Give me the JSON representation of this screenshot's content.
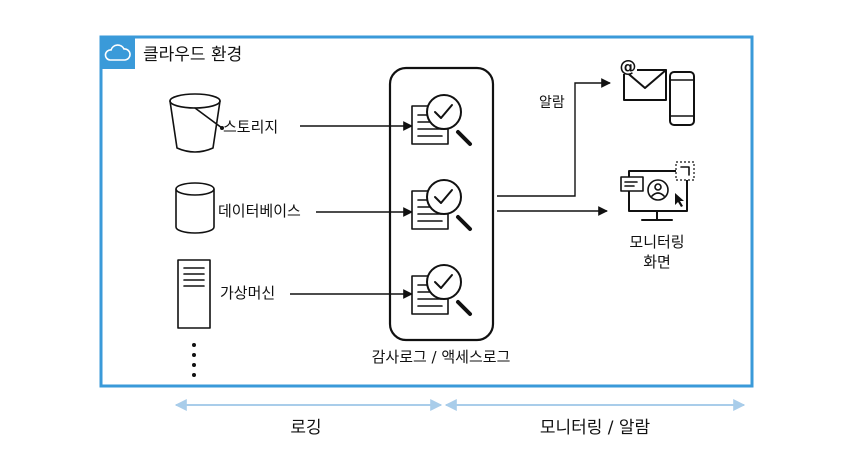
{
  "cloud": {
    "title": "클라우드 환경",
    "icon": "cloud-icon",
    "border_color": "#3a9ad9"
  },
  "sources": [
    {
      "label": "스토리지",
      "icon": "bucket-icon"
    },
    {
      "label": "데이터베이스",
      "icon": "database-icon"
    },
    {
      "label": "가상머신",
      "icon": "server-icon"
    }
  ],
  "logs": {
    "label": "감사로그 / 액세스로그",
    "icon": "document-search-icon"
  },
  "outputs": {
    "alarm_label": "알람",
    "alarm_icons": [
      "email-icon",
      "mobile-phone-icon"
    ],
    "monitoring_label_line1": "모니터링",
    "monitoring_label_line2": "화면",
    "monitoring_icon": "monitor-dashboard-icon"
  },
  "phases": {
    "logging": "로깅",
    "monitoring_alarm": "모니터링 / 알람",
    "color": "#a9cdea"
  }
}
